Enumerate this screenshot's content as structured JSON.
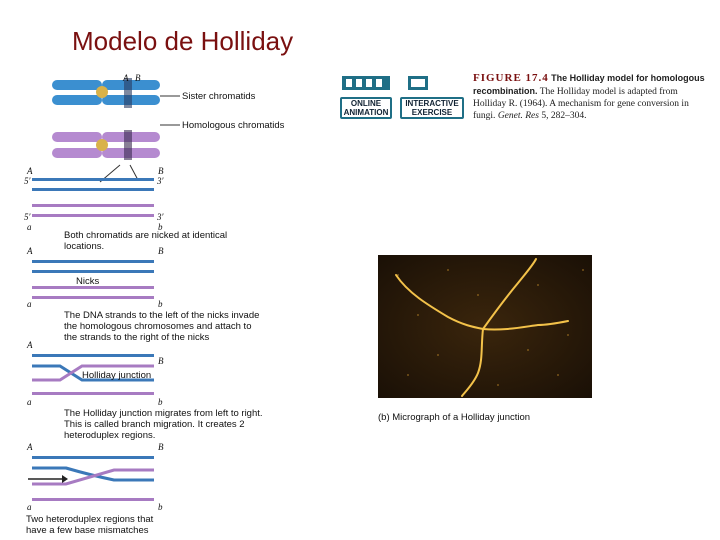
{
  "title": "Modelo de Holliday",
  "buttons": {
    "online_animation": "ONLINE ANIMATION",
    "interactive_exercise": "INTERACTIVE EXERCISE"
  },
  "figure": {
    "number": "FIGURE 17.4",
    "caption_bold": "The Holliday model for homologous recombination.",
    "caption_rest": "The Holliday model is adapted from Holliday R. (1964). A mechanism for gene conversion in fungi.",
    "citation": "Genet. Res",
    "citation_tail": "5, 282–304."
  },
  "diagram": {
    "sister_chromatids": "Sister chromatids",
    "homologous_chromatids": "Homologous chromatids",
    "step1": "Both chromatids are nicked at identical locations.",
    "nicks": "Nicks",
    "step2": "The DNA strands to the left of the nicks invade the homologous chromosomes and attach to the strands to the right of the nicks",
    "holliday_junction": "Holliday junction",
    "step3": "The Holliday junction migrates from left to right. This is called branch migration. It creates 2 heteroduplex regions.",
    "step4": "Two heteroduplex regions that have a few base mismatches",
    "letters": {
      "A": "A",
      "B": "B",
      "a": "a",
      "b": "b",
      "p5": "5′",
      "p3": "3′"
    }
  },
  "micrograph_caption": "(b) Micrograph of a Holliday junction",
  "colors": {
    "title": "#7a1010",
    "blue_strand": "#3b78b8",
    "purple_strand": "#a77bc2",
    "micrograph_bg": "#2a1a08",
    "micrograph_line": "#f3c24a"
  }
}
